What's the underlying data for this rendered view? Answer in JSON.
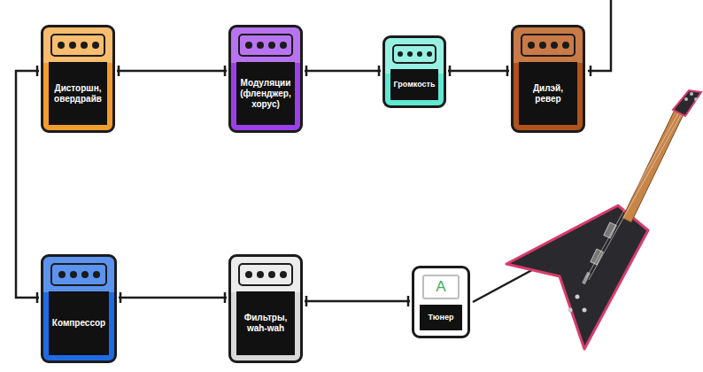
{
  "diagram": {
    "nodes": [
      {
        "text": [
          "Дисторшн, овердрайв"
        ]
      },
      {
        "text": [
          "Модуляции (фленджер, хорус)"
        ]
      },
      {
        "text": [
          "Громкость"
        ]
      },
      {
        "text": [
          "Дилэй, ревер"
        ]
      },
      {
        "text": [
          "Компрессор"
        ]
      },
      {
        "text": [
          "Фильтры, wah-wah"
        ]
      },
      {
        "text": [
          "A",
          "Тюнер"
        ]
      }
    ],
    "edges": [
      {
        "from": 6,
        "to": 5,
        "arrow": "none"
      },
      {
        "from": 5,
        "to": 4,
        "arrow": "none"
      },
      {
        "from": 4,
        "to": 0,
        "arrow": "none"
      },
      {
        "from": 0,
        "to": 1,
        "arrow": "none"
      },
      {
        "from": 1,
        "to": 2,
        "arrow": "none"
      },
      {
        "from": 2,
        "to": 3,
        "arrow": "none"
      }
    ]
  }
}
